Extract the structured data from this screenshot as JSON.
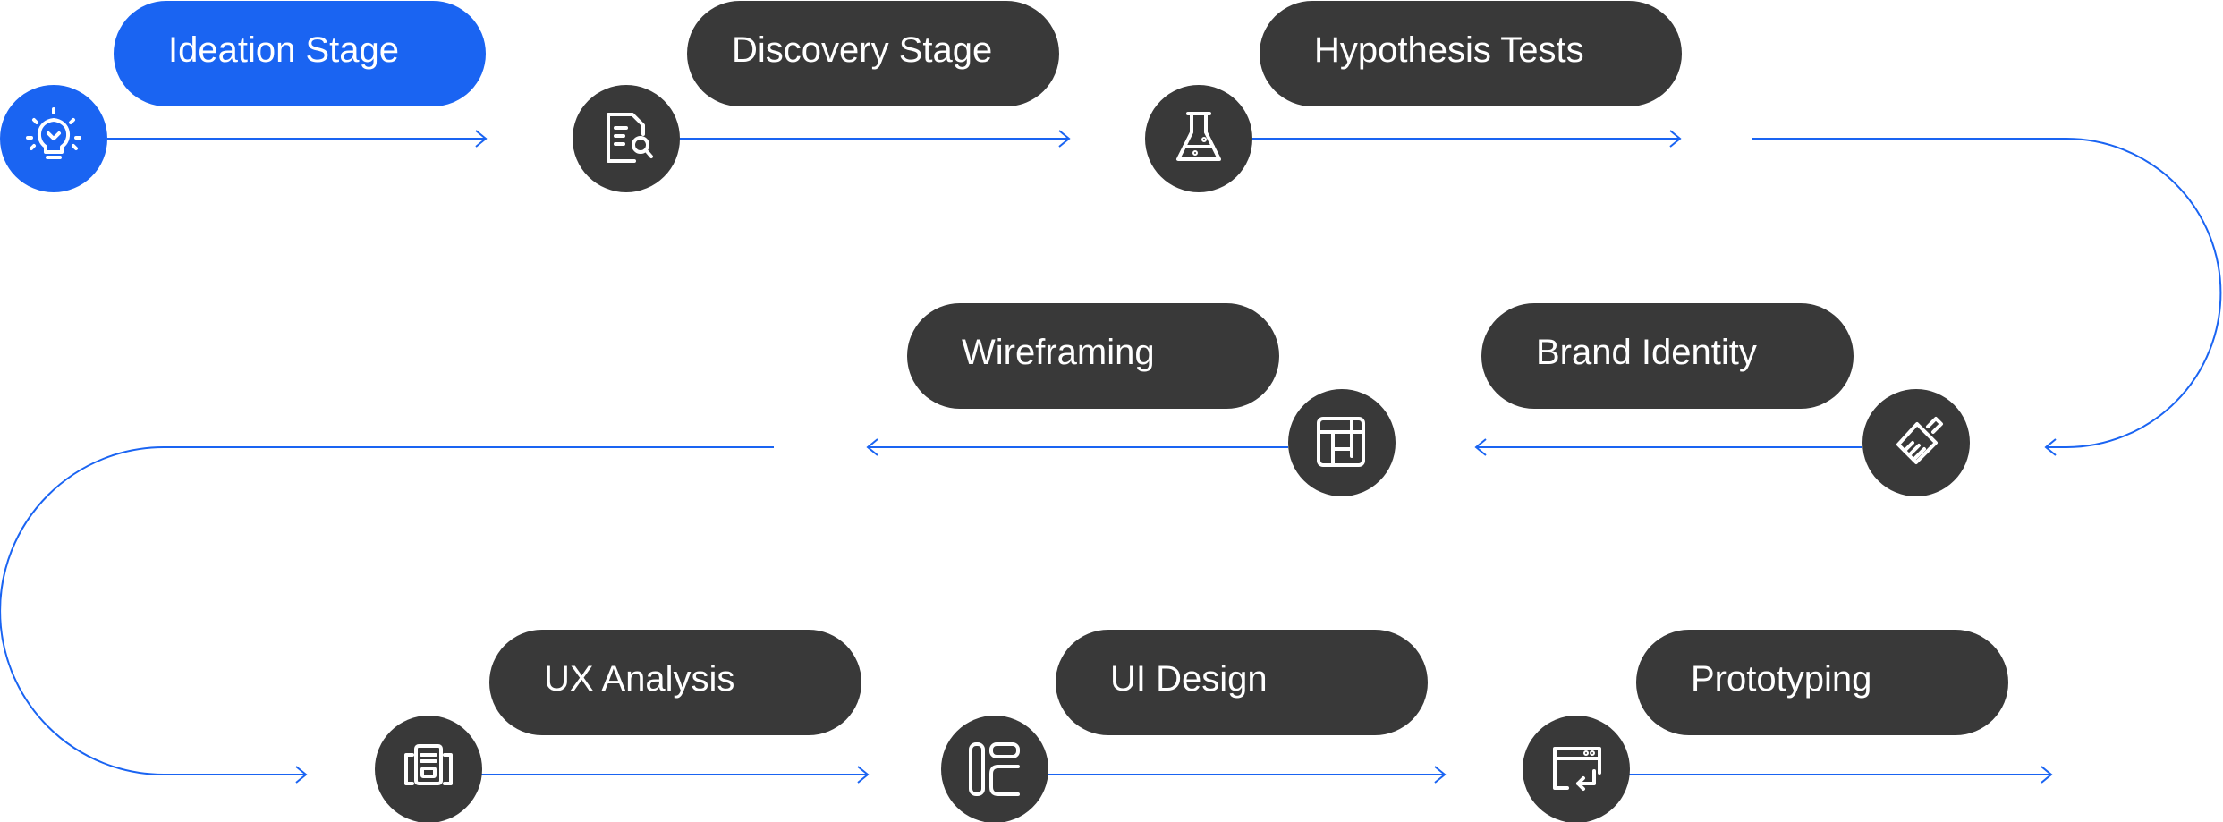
{
  "colors": {
    "accent": "#1a64f2",
    "node_dark": "#393939",
    "text_on_pill": "#ffffff",
    "connector": "#1a64f2"
  },
  "stages": [
    {
      "id": "ideation",
      "label": "Ideation Stage",
      "icon": "lightbulb-icon",
      "active": true
    },
    {
      "id": "discovery",
      "label": "Discovery Stage",
      "icon": "document-search-icon",
      "active": false
    },
    {
      "id": "hypothesis",
      "label": "Hypothesis Tests",
      "icon": "flask-icon",
      "active": false
    },
    {
      "id": "brand",
      "label": "Brand Identity",
      "icon": "paintbrush-icon",
      "active": false
    },
    {
      "id": "wireframing",
      "label": "Wireframing",
      "icon": "wireframe-layout-icon",
      "active": false
    },
    {
      "id": "ux",
      "label": "UX Analysis",
      "icon": "clipboard-analysis-icon",
      "active": false
    },
    {
      "id": "ui",
      "label": "UI Design",
      "icon": "layout-panels-icon",
      "active": false
    },
    {
      "id": "prototyping",
      "label": "Prototyping",
      "icon": "browser-window-icon",
      "active": false
    }
  ]
}
